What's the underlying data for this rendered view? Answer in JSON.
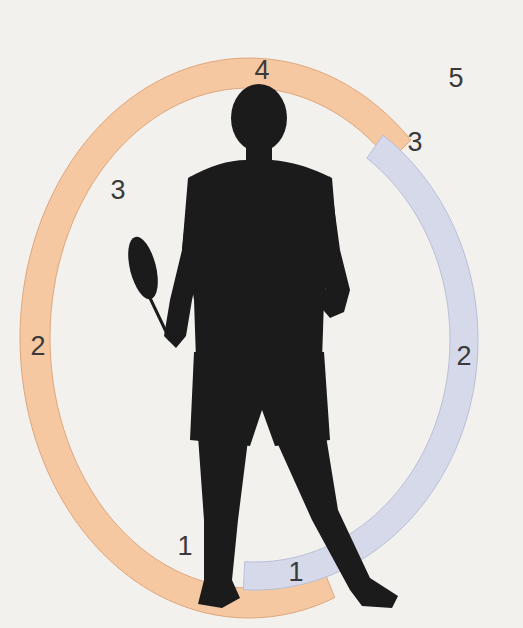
{
  "diagram": {
    "labels": [
      "1",
      "2",
      "3",
      "4",
      "5",
      "1",
      "2",
      "3"
    ]
  }
}
